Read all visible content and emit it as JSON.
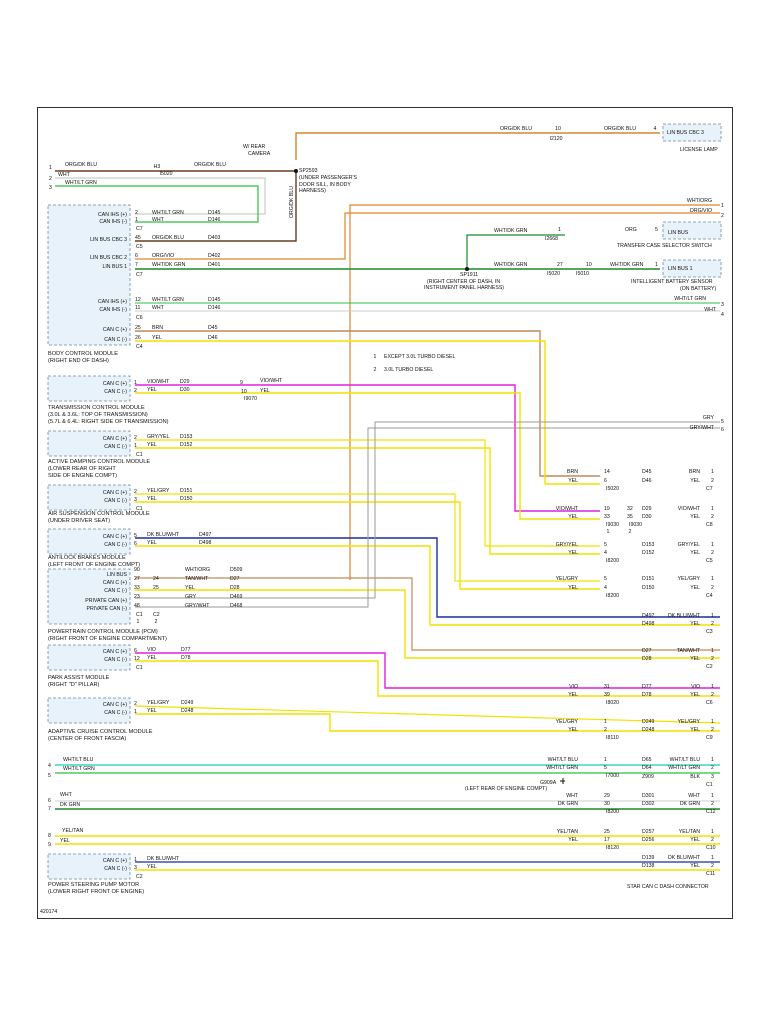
{
  "footer": {
    "figure_id": "420174"
  },
  "notes": {
    "n1": "EXCEPT 3.0L TURBO DIESEL",
    "n2": "3.0L TURBO DIESEL",
    "c1": "1",
    "c2": "2"
  },
  "top": {
    "wrear1": "W/ REAR",
    "wrear2": "CAMERA",
    "sp2593": "SP2593",
    "sp2593_d1": "(UNDER PASSENGER'S",
    "sp2593_d2": "DOOR SILL, IN BODY",
    "sp2593_d3": "HARNESS)",
    "org_vert": "ORG/DK BLU",
    "org_top": "ORG/DK BLU",
    "pin10": "10",
    "i2120": "I2120",
    "lin_cbc3_pin": "4",
    "lin_cbc3": "LIN BUS CBC 3",
    "license_lamp": "LICENSE LAMP",
    "left_pin1": "1",
    "left_pin2": "2",
    "left_pin3": "3",
    "left_org": "ORG/DK BLU",
    "left_wht": "WHT",
    "left_wht_ltgrn": "WHT/LT GRN",
    "h3": "H3",
    "i5020": "I5020",
    "org2": "ORG/DK BLU"
  },
  "bcm": {
    "title1": "BODY CONTROL MODULE",
    "title2": "(RIGHT END OF DASH)",
    "pins": [
      {
        "label": "CAN IHS (+)",
        "pin": "2",
        "wire": "WHT/LT GRN",
        "circuit": "D145"
      },
      {
        "label": "CAN IHS (-)",
        "pin": "1",
        "wire": "WHT",
        "circuit": "D146"
      },
      {
        "label": "LIN BUS CBC 3",
        "pin": "45",
        "wire": "ORG/DK BLU",
        "circuit": "D403"
      },
      {
        "label": "LIN BUS CBC 2",
        "pin": "6",
        "wire": "ORG/VIO",
        "circuit": "D402"
      },
      {
        "label": "LIN BUS 1",
        "pin": "7",
        "wire": "WHT/DK GRN",
        "circuit": "D401"
      },
      {
        "label": "CAN IHS (+)",
        "pin": "12",
        "wire": "WHT/LT GRN",
        "circuit": "D145"
      },
      {
        "label": "CAN IHS (-)",
        "pin": "11",
        "wire": "WHT",
        "circuit": "D146"
      },
      {
        "label": "CAN C (+)",
        "pin": "25",
        "wire": "BRN",
        "circuit": "D45"
      },
      {
        "label": "CAN C (-)",
        "pin": "26",
        "wire": "YEL",
        "circuit": "D46"
      }
    ],
    "conn": [
      "C7",
      "C5",
      "C7",
      "C6",
      "C4"
    ]
  },
  "right_top": {
    "wht_org": "WHT/ORG",
    "org_vio": "ORG/VIO",
    "p1": "1",
    "p2": "2",
    "wht_dkgrn": "WHT/DK GRN",
    "pin1": "1",
    "i2668": "I2668",
    "lin_bus": "LIN BUS",
    "tcss_pin": "5",
    "tcss_wire": "ORG",
    "tcss": "TRANSFER CASE SELECTOR SWITCH",
    "sp1911": "SP1911",
    "sp1911_d1": "(RIGHT CENTER OF DASH, IN",
    "sp1911_d2": "INSTRUMENT PANEL HARNESS)",
    "wht_dkgrn2": "WHT/DK GRN",
    "pin27": "27",
    "pin10": "10",
    "i5020": "I5020",
    "i5010": "I5010",
    "wht_dkgrn3": "WHT/DK GRN",
    "lin1_pin": "1",
    "lin1": "LIN BUS 1",
    "ibs1": "INTELLIGENT BATTERY SENSOR",
    "ibs2": "(ON BATTERY)",
    "ihs_w1": "WHT/LT GRN",
    "ihs_w2": "WHT",
    "p3": "3",
    "p4": "4"
  },
  "tcm": {
    "title1": "TRANSMISSION CONTROL MODULE",
    "title2": "(3.0L & 3.6L: TOP OF TRANSMISSION)",
    "title3": "(5.7L & 6.4L: RIGHT SIDE OF TRANSMISSION)",
    "canp": "CAN C (+)",
    "canm": "CAN C (-)",
    "p1": "1",
    "p2": "2",
    "w1": "VIO/WHT",
    "w2": "YEL",
    "c1": "D29",
    "c2": "D30",
    "j9": "9",
    "j10": "10",
    "jw1": "VIO/WHT",
    "jw2": "YEL",
    "ji": "I9070"
  },
  "adcm": {
    "title1": "ACTIVE DAMPING CONTROL MODULE",
    "title2": "(LOWER REAR OF RIGHT",
    "title3": "SIDE OF ENGINE COMPT)",
    "canp": "CAN C (+)",
    "canm": "CAN C (-)",
    "p1": "2",
    "p2": "1",
    "w1": "GRY/YEL",
    "w2": "YEL",
    "c1": "D153",
    "c2": "D152",
    "conn": "C1"
  },
  "ascm": {
    "title1": "AIR SUSPENSION CONTROL MODULE",
    "title2": "(UNDER DRIVER SEAT)",
    "canp": "CAN C (+)",
    "canm": "CAN C (-)",
    "p1": "2",
    "p2": "3",
    "w1": "YEL/GRY",
    "w2": "YEL",
    "c1": "D151",
    "c2": "D150",
    "conn": "C1"
  },
  "abs": {
    "title1": "ANTILOCK BRAKES MODULE",
    "title2": "(LEFT FRONT OF ENGINE COMPT)",
    "canp": "CAN C (+)",
    "canm": "CAN C (-)",
    "p1": "5",
    "p2": "6",
    "w1": "DK BLU/WHT",
    "w2": "YEL",
    "c1": "D497",
    "c2": "D498"
  },
  "pcm": {
    "title1": "POWERTRAIN CONTROL MODULE (PCM)",
    "title2": "(RIGHT FRONT OF ENGINE COMPARTMENT)",
    "labels": [
      "LIN BUS",
      "CAN C (+)",
      "CAN C (-)",
      "PRIVATE CAN (+)",
      "PRIVATE CAN (-)"
    ],
    "pins": [
      "90",
      "27",
      "33",
      "23",
      "48"
    ],
    "pins_b": [
      "24",
      "25"
    ],
    "wires": [
      "WHT/ORG",
      "TAN/WHT",
      "YEL",
      "GRY",
      "GRY/WHT"
    ],
    "circuits": [
      "D509",
      "D27",
      "D28",
      "D469",
      "D468"
    ],
    "c1": "C1",
    "c2": "C2"
  },
  "pam": {
    "title1": "PARK ASSIST MODULE",
    "title2": "(RIGHT \"D\" PILLAR)",
    "canp": "CAN C (+)",
    "canm": "CAN C (-)",
    "p1": "6",
    "p2": "12",
    "w1": "VIO",
    "w2": "YEL",
    "c1": "D77",
    "c2": "D78",
    "conn": "C1"
  },
  "accm": {
    "title1": "ADAPTIVE CRUISE CONTROL MODULE",
    "title2": "(CENTER OF FRONT FASCIA)",
    "canp": "CAN C (+)",
    "canm": "CAN C (-)",
    "p1": "2",
    "p2": "1",
    "w1": "YEL/GRY",
    "w2": "YEL",
    "c1": "D249",
    "c2": "D248"
  },
  "right_side": {
    "gry": "GRY",
    "gry_wht": "GRY/WHT",
    "p5": "5",
    "p6": "6"
  },
  "star": [
    {
      "lw": "BRN",
      "lp": "14",
      "c": "D45",
      "rw": "BRN",
      "rp": "1"
    },
    {
      "lw": "YEL",
      "lp": "6",
      "c": "D46",
      "rw": "YEL",
      "rp": "2",
      "ji": "I5020",
      "conn": "C7"
    },
    {
      "lw": "VIO/WHT",
      "lp": "19",
      "lp2": "32",
      "c": "D29",
      "rw": "VIO/WHT",
      "rp": "1"
    },
    {
      "lw": "YEL",
      "lp": "33",
      "lp2": "35",
      "c": "D30",
      "rw": "YEL",
      "rp": "2",
      "ji": "I9030",
      "ji2": "I9030",
      "conn": "C8"
    },
    {
      "lw": "GRY/YEL",
      "lp": "5",
      "c": "D153",
      "rw": "GRY/YEL",
      "rp": "1"
    },
    {
      "lw": "YEL",
      "lp": "4",
      "c": "D152",
      "rw": "YEL",
      "rp": "2",
      "ji": "I8200",
      "conn": "C5"
    },
    {
      "lw": "YEL/GRY",
      "lp": "5",
      "c": "D151",
      "rw": "YEL/GRY",
      "rp": "1"
    },
    {
      "lw": "YEL",
      "lp": "4",
      "c": "D150",
      "rw": "YEL",
      "rp": "2",
      "ji": "I8200",
      "conn": "C4"
    },
    {
      "c": "D497",
      "rw": "DK BLU/WHT",
      "rp": "1"
    },
    {
      "c": "D498",
      "rw": "YEL",
      "rp": "2",
      "conn": "C3"
    },
    {
      "c": "D27",
      "rw": "TAN/WHT",
      "rp": "1"
    },
    {
      "c": "D28",
      "rw": "YEL",
      "rp": "2",
      "conn": "C2"
    },
    {
      "lw": "VIO",
      "lp": "31",
      "c": "D77",
      "rw": "VIO",
      "rp": "1"
    },
    {
      "lw": "YEL",
      "lp": "39",
      "c": "D78",
      "rw": "YEL",
      "rp": "2",
      "ji": "I8020",
      "conn": "C6"
    },
    {
      "lw": "YEL/GRY",
      "lp": "1",
      "c": "D249",
      "rw": "YEL/GRY",
      "rp": "1"
    },
    {
      "lw": "YEL",
      "lp": "2",
      "c": "D248",
      "rw": "YEL",
      "rp": "2",
      "ji": "I8110",
      "conn": "C9"
    },
    {
      "lw": "WHT/LT BLU",
      "lp": "1",
      "c": "D65",
      "rw": "WHT/LT BLU",
      "rp": "1"
    },
    {
      "lw": "WHT/LT GRN",
      "lp": "5",
      "c": "D64",
      "rw": "WHT/LT GRN",
      "rp": "2",
      "ji": "I7000"
    },
    {
      "lw": "",
      "lp": "",
      "c": "Z909",
      "rw": "BLK",
      "rp": "3",
      "conn": "C1"
    },
    {
      "lw": "WHT",
      "lp": "29",
      "c": "D301",
      "rw": "WHT",
      "rp": "1"
    },
    {
      "lw": "DK GRN",
      "lp": "30",
      "c": "D302",
      "rw": "DK GRN",
      "rp": "2",
      "ji": "I8200",
      "conn": "C12"
    },
    {
      "lw": "YEL/TAN",
      "lp": "25",
      "c": "D257",
      "rw": "YEL/TAN",
      "rp": "1"
    },
    {
      "lw": "YEL",
      "lp": "17",
      "c": "D256",
      "rw": "YEL",
      "rp": "2",
      "ji": "I8120",
      "conn": "C10"
    },
    {
      "c": "D139",
      "rw": "DK BLU/WHT",
      "rp": "1"
    },
    {
      "c": "D138",
      "rw": "YEL",
      "rp": "2",
      "conn": "C11"
    }
  ],
  "bottom_left": {
    "p4": "4",
    "p5": "5",
    "w4": "WHT/LT BLU",
    "w5": "WHT/LT GRN",
    "g909": "G909A",
    "g909d": "(LEFT REAR OF ENGINE COMPT)",
    "p6": "6",
    "p7": "7",
    "w6": "WHT",
    "w7": "DK GRN",
    "p8": "8",
    "p9": "9",
    "w8": "YEL/TAN",
    "w9": "YEL"
  },
  "pspm": {
    "title1": "POWER STEERING PUMP MOTOR",
    "title2": "(LOWER RIGHT FRONT OF ENGINE)",
    "canp": "CAN C (+)",
    "canm": "CAN C (-)",
    "p1": "1",
    "p2": "3",
    "w1": "DK BLU/WHT",
    "w2": "YEL",
    "conn": "C2"
  },
  "star_title": "STAR CAN C DASH CONNECTOR",
  "colors": {
    "org": "#d9862a",
    "wht_grn": "#2fbf3f",
    "brown": "#6b3a1d",
    "yel": "#f2e200",
    "vio": "#e020e0",
    "dkblu": "#1a2fa0",
    "gry": "#9a9a9a",
    "teal": "#3fd6c0",
    "dkgrn": "#1b8a2a",
    "tan": "#c08a5a",
    "module_fill": "#e8f2fb"
  }
}
